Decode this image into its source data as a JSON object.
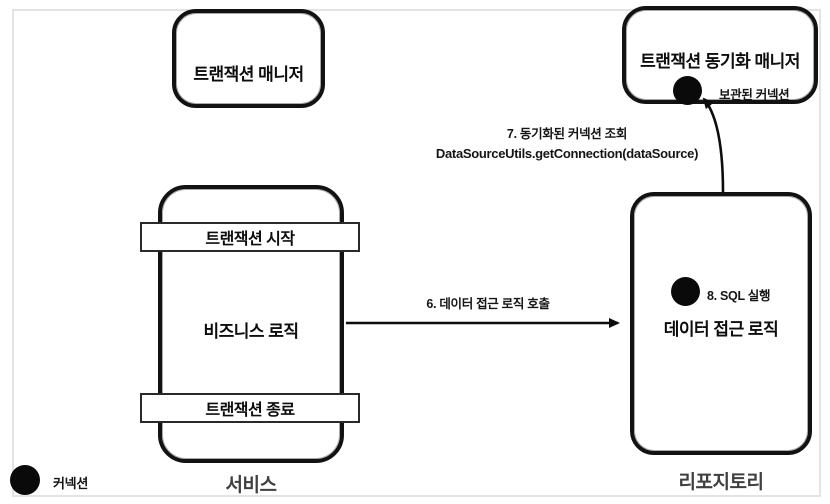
{
  "boxes": {
    "transaction_manager": {
      "title": "트랜잭션 매니저"
    },
    "sync_manager": {
      "title": "트랜잭션 동기화 매니저",
      "stored_connection_label": "보관된 커넥션"
    },
    "service": {
      "band_start": "트랜잭션 시작",
      "body": "비즈니스 로직",
      "band_end": "트랜잭션 종료",
      "label": "서비스"
    },
    "repository": {
      "sql_label": "8. SQL 실행",
      "body": "데이터 접근 로직",
      "label": "리포지토리"
    }
  },
  "arrows": {
    "call": {
      "label": "6. 데이터 접근 로직 호출"
    },
    "lookup": {
      "line1": "7. 동기화된 커넥션 조회",
      "line2": "DataSourceUtils.getConnection(dataSource)"
    }
  },
  "legend": {
    "label": "커넥션"
  },
  "colors": {
    "ink": "#0d0d0d",
    "frame_border": "#e3e3e3",
    "ground_label": "#3f3f3f",
    "background": "#ffffff"
  }
}
